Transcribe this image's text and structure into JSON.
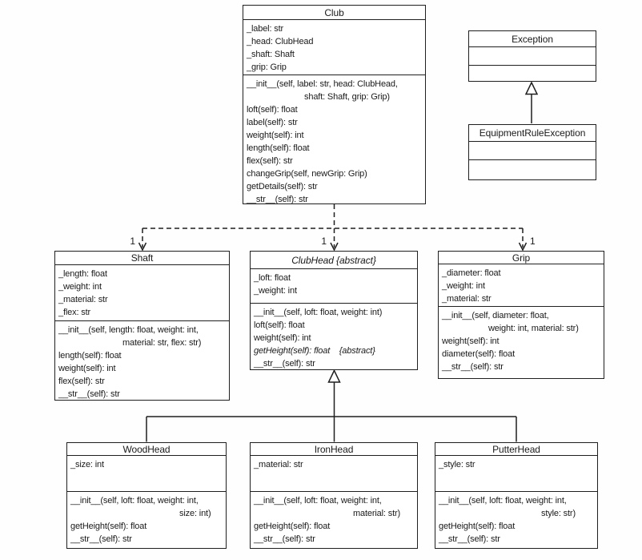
{
  "diagram": {
    "multiplicities": {
      "shaft": "1",
      "clubhead": "1",
      "grip": "1"
    }
  },
  "classes": {
    "club": {
      "title": "Club",
      "attributes": [
        "_label: str",
        "_head: ClubHead",
        "_shaft: Shaft",
        "_grip: Grip"
      ],
      "methods": [
        "__init__(self, label: str, head: ClubHead,",
        "shaft: Shaft, grip: Grip)",
        "loft(self): float",
        "label(self): str",
        "weight(self): int",
        "length(self): float",
        "flex(self): str",
        "changeGrip(self, newGrip: Grip)",
        "getDetails(self): str",
        "__str__(self): str"
      ]
    },
    "exception": {
      "title": "Exception"
    },
    "equipment_rule_exception": {
      "title": "EquipmentRuleException"
    },
    "shaft": {
      "title": "Shaft",
      "attributes": [
        "_length: float",
        "_weight: int",
        "_material: str",
        "_flex: str"
      ],
      "methods": [
        "__init__(self, length: float, weight: int,",
        "material: str, flex: str)",
        "length(self): float",
        "weight(self): int",
        "flex(self): str",
        "__str__(self): str"
      ]
    },
    "clubhead": {
      "title": "ClubHead  {abstract}",
      "attributes": [
        "_loft: float",
        "_weight: int"
      ],
      "methods": [
        "__init__(self, loft: float, weight: int)",
        "loft(self): float",
        "weight(self): int",
        "getHeight(self): float    {abstract}",
        "__str__(self): str"
      ]
    },
    "grip": {
      "title": "Grip",
      "attributes": [
        "_diameter: float",
        "_weight: int",
        "_material: str"
      ],
      "methods": [
        "__init__(self, diameter: float,",
        "weight: int, material: str)",
        "weight(self): int",
        "diameter(self): float",
        "__str__(self): str"
      ]
    },
    "woodhead": {
      "title": "WoodHead",
      "attributes": [
        "_size: int"
      ],
      "methods": [
        "__init__(self, loft: float, weight: int,",
        "size: int)",
        "getHeight(self): float",
        "__str__(self): str"
      ]
    },
    "ironhead": {
      "title": "IronHead",
      "attributes": [
        "_material: str"
      ],
      "methods": [
        "__init__(self, loft: float, weight: int,",
        "material: str)",
        "getHeight(self): float",
        "__str__(self): str"
      ]
    },
    "putterhead": {
      "title": "PutterHead",
      "attributes": [
        "_style: str"
      ],
      "methods": [
        "__init__(self, loft: float, weight: int,",
        "style: str)",
        "getHeight(self): float",
        "__str__(self): str"
      ]
    }
  }
}
